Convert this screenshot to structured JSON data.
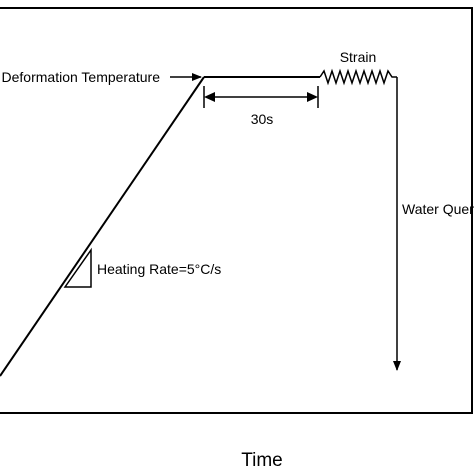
{
  "diagram": {
    "labels": {
      "deformation_temperature": "Deformation Temperature",
      "strain": "Strain",
      "hold_time": "30s",
      "water_quench": "Water Quench",
      "heating_rate": "Heating Rate=5°C/s",
      "x_axis": "Time"
    },
    "colors": {
      "line": "#000000",
      "background": "#ffffff"
    }
  }
}
